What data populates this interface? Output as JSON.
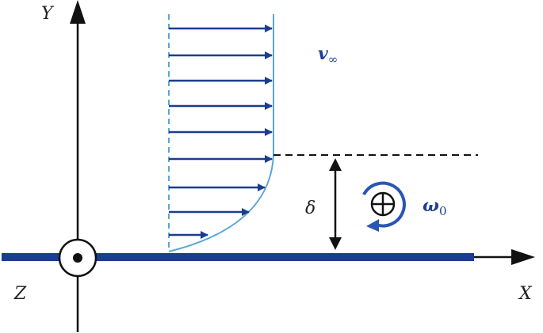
{
  "labels": {
    "y_axis": "Y",
    "x_axis": "X",
    "z_axis": "Z",
    "free_stream_symbol": "v",
    "free_stream_subscript": "∞",
    "boundary_layer_thickness": "δ",
    "rotation_symbol": "ω",
    "rotation_subscript": "0"
  },
  "colors": {
    "plate": "#1a3d8f",
    "velocity_arrows": "#1a3d8f",
    "profile_curve": "#5aa6d6",
    "label_blue": "#1f3f94",
    "axis": "#111111"
  },
  "icons": {
    "origin": "z-axis-out-of-page-icon",
    "vortex": "vortex-into-page-icon",
    "rotation": "circular-rotation-arrow-icon"
  }
}
